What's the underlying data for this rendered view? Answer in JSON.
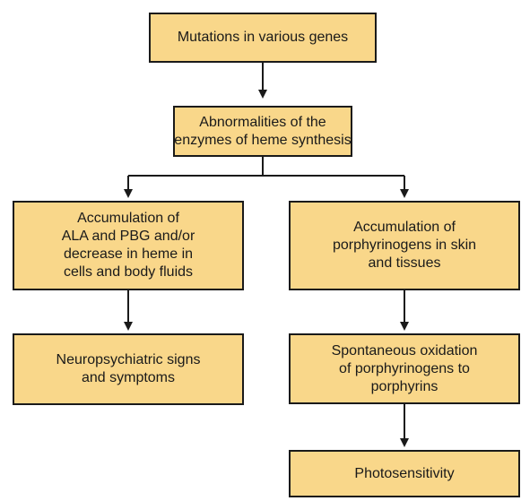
{
  "colors": {
    "box_fill": "#f9d78a",
    "box_border": "#1a1a1a",
    "connector": "#1a1a1a",
    "text": "#1a1a1a"
  },
  "nodes": {
    "mutations": {
      "lines": [
        "Mutations in various genes"
      ]
    },
    "abnormalities": {
      "lines": [
        "Abnormalities of the",
        "enzymes of heme synthesis"
      ]
    },
    "accumulation_ala": {
      "lines": [
        "Accumulation of",
        "ALA and PBG and/or",
        "decrease in heme in",
        "cells and body fluids"
      ]
    },
    "accumulation_porphyrinogens": {
      "lines": [
        "Accumulation of",
        "porphyrinogens in skin",
        "and tissues"
      ]
    },
    "neuropsychiatric": {
      "lines": [
        "Neuropsychiatric signs",
        "and symptoms"
      ]
    },
    "oxidation": {
      "lines": [
        "Spontaneous oxidation",
        "of porphyrinogens to",
        "porphyrins"
      ]
    },
    "photosensitivity": {
      "lines": [
        "Photosensitivity"
      ]
    }
  },
  "edges": [
    {
      "from": "mutations",
      "to": "abnormalities"
    },
    {
      "from": "abnormalities",
      "to": "accumulation_ala"
    },
    {
      "from": "abnormalities",
      "to": "accumulation_porphyrinogens"
    },
    {
      "from": "accumulation_ala",
      "to": "neuropsychiatric"
    },
    {
      "from": "accumulation_porphyrinogens",
      "to": "oxidation"
    },
    {
      "from": "oxidation",
      "to": "photosensitivity"
    }
  ]
}
